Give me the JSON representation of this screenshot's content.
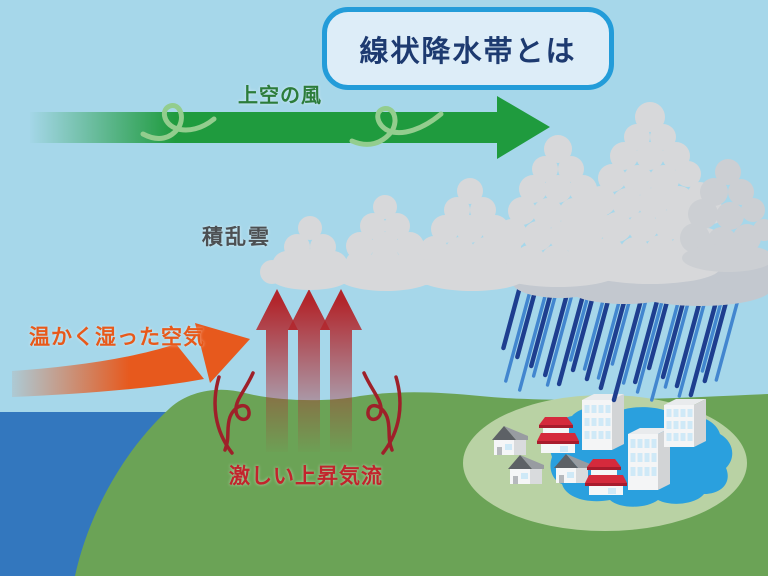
{
  "title": {
    "text": "線状降水帯とは"
  },
  "labels": {
    "upper_wind": "上空の風",
    "cumulonimbus": "積乱雲",
    "warm_moist_air": "温かく湿った空気",
    "strong_updraft": "激しい上昇気流"
  },
  "colors": {
    "sky": "#a6d7ea",
    "sea": "#3377be",
    "land": "#6ba356",
    "village_ground": "#b9d2a4",
    "flood_water": "#2aa0de",
    "cloud_light": "#d7d8da",
    "cloud_shadow": "#c3c8cf",
    "rain_dark": "#1e3e8f",
    "rain_light": "#4286cf",
    "wind_green": "#1f9b3e",
    "wind_swirl": "#93cd8e",
    "warm_orange": "#e7591d",
    "updraft_red": "#b2252b",
    "updraft_swirl": "#9e2029",
    "house_red_roof": "#d52a3c",
    "house_gray_roof": "#5d6166",
    "title_border": "#239cd9",
    "title_bg": "#ddedf8",
    "title_text": "#1d3a70",
    "label_wind_green": "#2c7c3a",
    "label_cloud_gray": "#4c4f52",
    "label_warm_orange": "#e8591a",
    "label_updraft_red": "#c2242c"
  },
  "icons": {
    "upper_wind_arrow": "green-right-arrow",
    "wind_swirls": "light-green-curl-lines",
    "cumulonimbus_clouds": "gray-puffy-cloud-towers",
    "rain": "blue-slanted-rain-lines",
    "warm_air_arrow": "orange-curved-rising-arrow",
    "updraft_arrows": "three-red-up-arrows",
    "updraft_swirls": "red-curl-lines",
    "sea": "blue-ocean",
    "land": "green-hill",
    "village_ground": "light-green-oval",
    "flood_water": "blue-flood-pool",
    "houses": "gray-and-red-roof-houses",
    "buildings": "white-apartment-blocks"
  }
}
